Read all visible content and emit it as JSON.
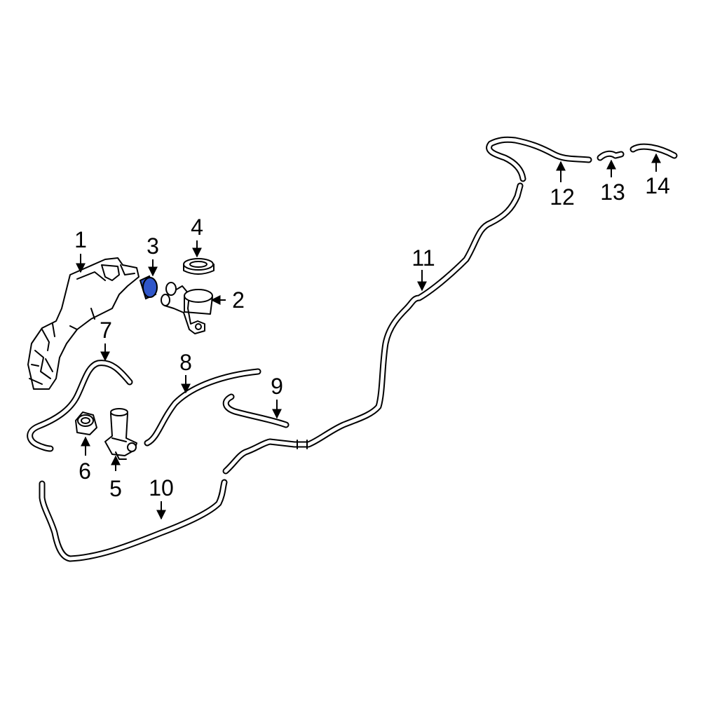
{
  "diagram": {
    "highlight_color": "#2f56c9",
    "callouts": [
      {
        "id": "1",
        "label": "1"
      },
      {
        "id": "2",
        "label": "2"
      },
      {
        "id": "3",
        "label": "3",
        "highlighted": true
      },
      {
        "id": "4",
        "label": "4"
      },
      {
        "id": "5",
        "label": "5"
      },
      {
        "id": "6",
        "label": "6"
      },
      {
        "id": "7",
        "label": "7"
      },
      {
        "id": "8",
        "label": "8"
      },
      {
        "id": "9",
        "label": "9"
      },
      {
        "id": "10",
        "label": "10"
      },
      {
        "id": "11",
        "label": "11"
      },
      {
        "id": "12",
        "label": "12"
      },
      {
        "id": "13",
        "label": "13"
      },
      {
        "id": "14",
        "label": "14"
      }
    ]
  }
}
